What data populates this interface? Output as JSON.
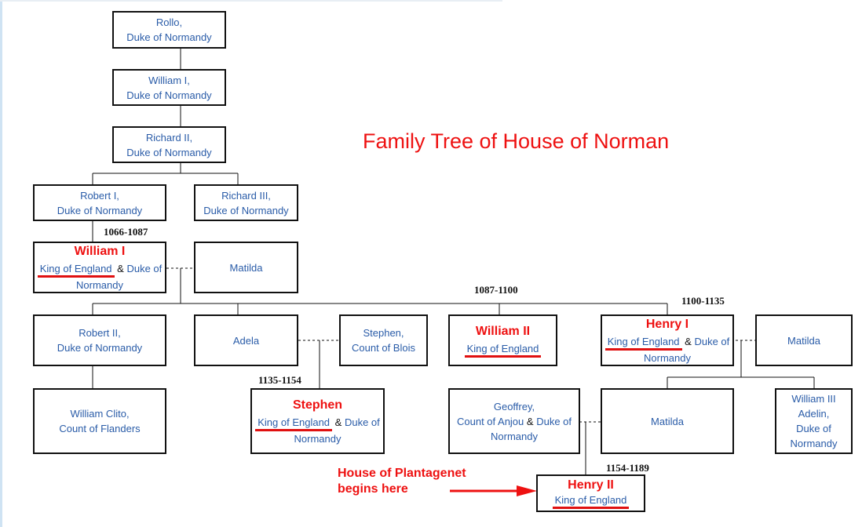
{
  "title": "Family Tree of House of Norman",
  "people": {
    "rollo": {
      "name": "Rollo,",
      "role": "Duke of Normandy"
    },
    "william_i_duke": {
      "name": "William I,",
      "role": "Duke of Normandy"
    },
    "richard_ii": {
      "name": "Richard II,",
      "role": "Duke of Normandy"
    },
    "robert_i": {
      "name": "Robert I,",
      "role": "Duke of Normandy"
    },
    "richard_iii": {
      "name": "Richard III,",
      "role": "Duke of Normandy"
    },
    "william_i_king": {
      "name": "William I",
      "role_a": "King of England",
      "amp": "&",
      "role_b": "Duke of",
      "role_c": "Normandy",
      "reign": "1066-1087"
    },
    "matilda_1": {
      "name": "Matilda"
    },
    "robert_ii": {
      "name": "Robert II,",
      "role": "Duke of Normandy"
    },
    "adela": {
      "name": "Adela"
    },
    "stephen_blois": {
      "name": "Stephen,",
      "role": "Count of Blois"
    },
    "william_ii": {
      "name": "William II",
      "role": "King of England",
      "reign": "1087-1100"
    },
    "henry_i": {
      "name": "Henry I",
      "role_a": "King of England",
      "amp": "&",
      "role_b": "Duke of",
      "role_c": "Normandy",
      "reign": "1100-1135"
    },
    "matilda_2": {
      "name": "Matilda"
    },
    "william_clito": {
      "name": "William Clito,",
      "role": "Count of Flanders"
    },
    "stephen": {
      "name": "Stephen",
      "role_a": "King of England",
      "amp": "&",
      "role_b": "Duke of",
      "role_c": "Normandy",
      "reign": "1135-1154"
    },
    "geoffrey": {
      "name": "Geoffrey,",
      "role_a": "Count of Anjou",
      "amp": "&",
      "role_b": "Duke of",
      "role_c": "Normandy"
    },
    "matilda_3": {
      "name": "Matilda"
    },
    "william_adelin": {
      "line1": "William III",
      "line2": "Adelin,",
      "line3": "Duke of",
      "line4": "Normandy"
    },
    "henry_ii": {
      "name": "Henry II",
      "role": "King of England",
      "reign": "1154-1189"
    }
  },
  "annotation": {
    "line1": "House of Plantagenet",
    "line2": "begins here"
  },
  "colors": {
    "accent": "#ee1111",
    "link": "#2a5ca8",
    "border": "#111111"
  }
}
